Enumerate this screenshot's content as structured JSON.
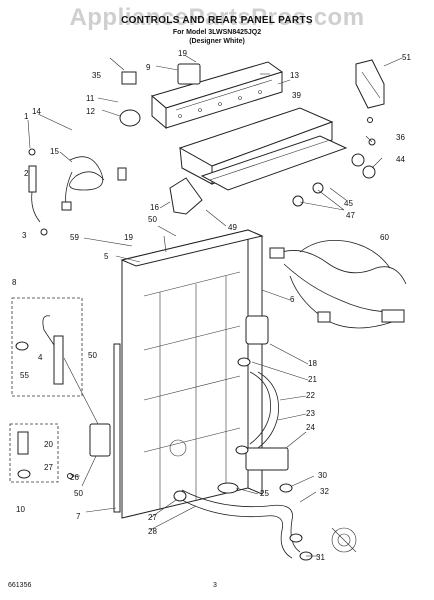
{
  "header": {
    "watermark": "AppliancePartsPros.com",
    "title": "CONTROLS AND REAR PANEL PARTS",
    "model_line": "For Model 3LWSN8425JQ2",
    "color_line": "(Designer White)"
  },
  "footer": {
    "code": "661356",
    "page": "3"
  },
  "callouts": [
    {
      "id": "c1",
      "label": "1"
    },
    {
      "id": "c2",
      "label": "2"
    },
    {
      "id": "c3",
      "label": "3"
    },
    {
      "id": "c4",
      "label": "4"
    },
    {
      "id": "c5",
      "label": "5"
    },
    {
      "id": "c6",
      "label": "6"
    },
    {
      "id": "c7",
      "label": "7"
    },
    {
      "id": "c8",
      "label": "8"
    },
    {
      "id": "c9",
      "label": "9"
    },
    {
      "id": "c10",
      "label": "10"
    },
    {
      "id": "c11",
      "label": "11"
    },
    {
      "id": "c12",
      "label": "12"
    },
    {
      "id": "c13",
      "label": "13"
    },
    {
      "id": "c14",
      "label": "14"
    },
    {
      "id": "c15",
      "label": "15"
    },
    {
      "id": "c16",
      "label": "16"
    },
    {
      "id": "c18",
      "label": "18"
    },
    {
      "id": "c19a",
      "label": "19"
    },
    {
      "id": "c19b",
      "label": "19"
    },
    {
      "id": "c20",
      "label": "20"
    },
    {
      "id": "c21",
      "label": "21"
    },
    {
      "id": "c22",
      "label": "22"
    },
    {
      "id": "c23",
      "label": "23"
    },
    {
      "id": "c24",
      "label": "24"
    },
    {
      "id": "c25",
      "label": "25"
    },
    {
      "id": "c26",
      "label": "26"
    },
    {
      "id": "c27a",
      "label": "27"
    },
    {
      "id": "c27b",
      "label": "27"
    },
    {
      "id": "c28",
      "label": "28"
    },
    {
      "id": "c30",
      "label": "30"
    },
    {
      "id": "c31",
      "label": "31"
    },
    {
      "id": "c32",
      "label": "32"
    },
    {
      "id": "c35",
      "label": "35"
    },
    {
      "id": "c36",
      "label": "36"
    },
    {
      "id": "c39",
      "label": "39"
    },
    {
      "id": "c44",
      "label": "44"
    },
    {
      "id": "c45",
      "label": "45"
    },
    {
      "id": "c47",
      "label": "47"
    },
    {
      "id": "c49",
      "label": "49"
    },
    {
      "id": "c50a",
      "label": "50"
    },
    {
      "id": "c50b",
      "label": "50"
    },
    {
      "id": "c50c",
      "label": "50"
    },
    {
      "id": "c51",
      "label": "51"
    },
    {
      "id": "c55",
      "label": "55"
    },
    {
      "id": "c59",
      "label": "59"
    },
    {
      "id": "c60",
      "label": "60"
    }
  ]
}
